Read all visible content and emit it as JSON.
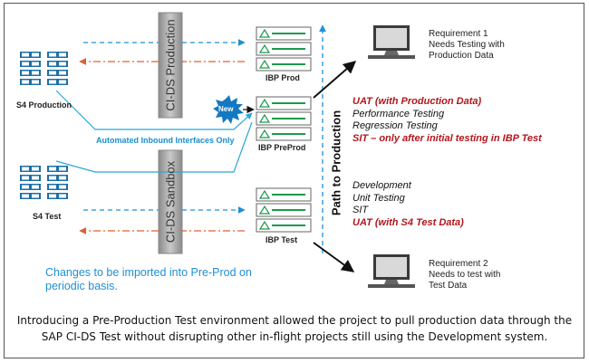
{
  "s4_production": {
    "label": "S4 Production"
  },
  "s4_test": {
    "label": "S4 Test"
  },
  "cids_production": {
    "label": "CI-DS Production"
  },
  "cids_sandbox": {
    "label": "CI-DS Sandbox"
  },
  "ibp_prod": {
    "label": "IBP Prod"
  },
  "ibp_preprod": {
    "label": "IBP PreProd"
  },
  "ibp_test": {
    "label": "IBP Test"
  },
  "new_badge": {
    "label": "New"
  },
  "automated_interfaces": {
    "label": "Automated Inbound Interfaces Only"
  },
  "path_to_production": {
    "label": "Path to Production"
  },
  "preprod_tests": {
    "line1": "UAT (with Production Data)",
    "line2": "Performance Testing",
    "line3": "Regression Testing",
    "line4": "SIT – only after initial testing in IBP Test"
  },
  "test_tests": {
    "line1": "Development",
    "line2": "Unit Testing",
    "line3": "SIT",
    "line4": "UAT (with S4 Test Data)"
  },
  "requirement1": {
    "line1": "Requirement 1",
    "line2": "Needs Testing with",
    "line3": "Production Data"
  },
  "requirement2": {
    "line1": "Requirement 2",
    "line2": "Needs to test with",
    "line3": "Test Data"
  },
  "changes_note": {
    "line1": "Changes to be imported into Pre-Prod on",
    "line2": "periodic basis."
  },
  "caption": {
    "line1": "Introducing a Pre-Production Test environment allowed the project to pull production data through the",
    "line2": "SAP CI-DS Test without disrupting other in-flight projects still using the Development system."
  },
  "colors": {
    "accent_blue": "#1f8fd6",
    "server_blue": "#1d6fa8",
    "red_text": "#b1161c",
    "green_line": "#1a9a4a",
    "dash_orange": "#e06030",
    "gray_bar": "#9a9a9a"
  }
}
